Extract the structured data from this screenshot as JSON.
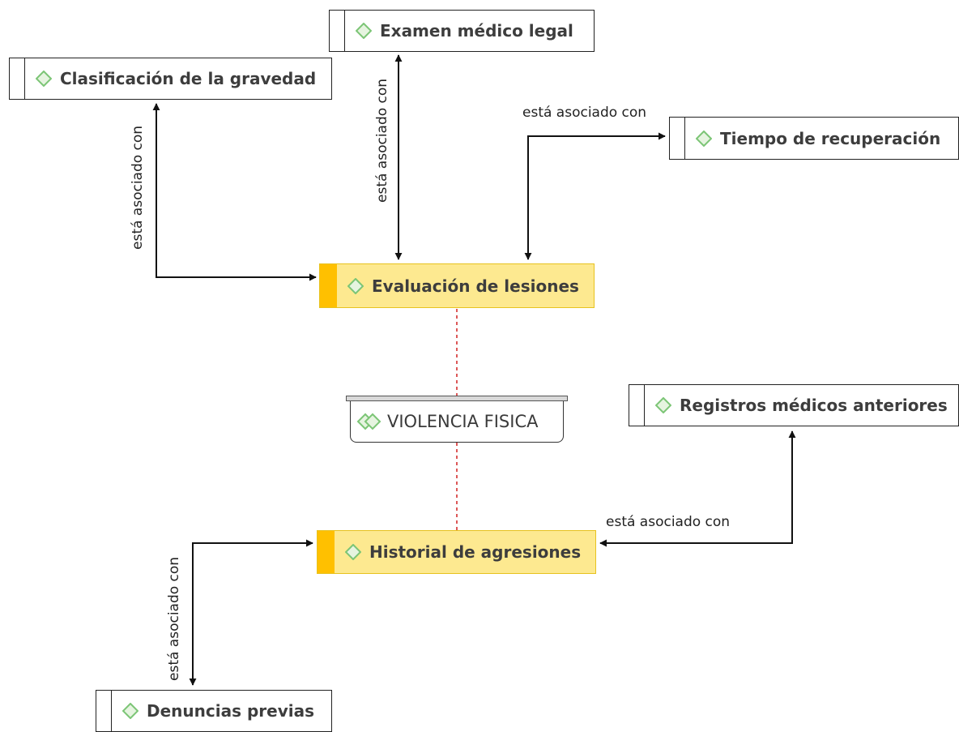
{
  "diagram": {
    "category": {
      "label": "VIOLENCIA FISICA"
    },
    "main_nodes": [
      {
        "id": "evaluacion",
        "label": "Evaluación de lesiones"
      },
      {
        "id": "historial",
        "label": "Historial de agresiones"
      }
    ],
    "nodes": [
      {
        "id": "examen",
        "label": "Examen médico legal"
      },
      {
        "id": "clasificacion",
        "label": "Clasificación de la gravedad"
      },
      {
        "id": "tiempo",
        "label": "Tiempo de recuperación"
      },
      {
        "id": "registros",
        "label": "Registros médicos anteriores"
      },
      {
        "id": "denuncias",
        "label": "Denuncias previas"
      }
    ],
    "relations": [
      {
        "from": "evaluacion",
        "to": "clasificacion",
        "label": "está asociado con"
      },
      {
        "from": "evaluacion",
        "to": "examen",
        "label": "está asociado con"
      },
      {
        "from": "evaluacion",
        "to": "tiempo",
        "label": "está asociado con"
      },
      {
        "from": "historial",
        "to": "registros",
        "label": "está asociado con"
      },
      {
        "from": "historial",
        "to": "denuncias",
        "label": "está asociado con"
      }
    ],
    "colors": {
      "main_fill": "#fde990",
      "main_stripe": "#ffc000",
      "icon_green": "#7cc576",
      "connector": "#111111",
      "dashed_link": "#d02020"
    }
  }
}
